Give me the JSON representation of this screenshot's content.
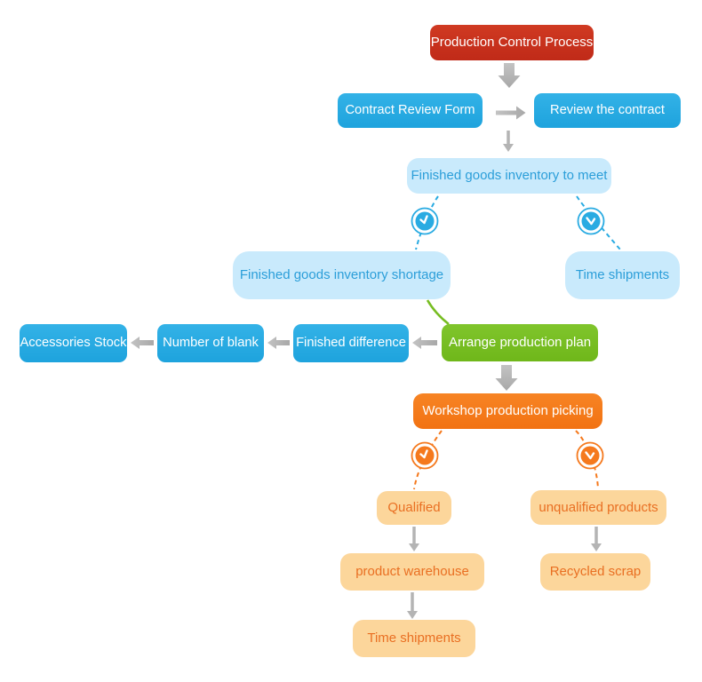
{
  "diagram_title": "Production Control Process",
  "nodes": {
    "production_control": {
      "label": "Production Control Process",
      "fill": "#c5301d",
      "text_color": "#ffffff"
    },
    "contract_review_form": {
      "label": "Contract Review Form",
      "fill": "#29abe2",
      "text_color": "#ffffff"
    },
    "review_the_contract": {
      "label": "Review the contract",
      "fill": "#29abe2",
      "text_color": "#ffffff"
    },
    "inventory_to_meet": {
      "label": "Finished goods inventory to meet",
      "fill": "#c9eafc",
      "text_color": "#2b9ed9"
    },
    "inventory_shortage": {
      "label": "Finished goods inventory shortage",
      "fill": "#c9eafc",
      "text_color": "#2b9ed9"
    },
    "time_shipments_upper": {
      "label": "Time shipments",
      "fill": "#c9eafc",
      "text_color": "#2b9ed9"
    },
    "accessories_stock": {
      "label": "Accessories Stock",
      "fill": "#29abe2",
      "text_color": "#ffffff"
    },
    "number_of_blank": {
      "label": "Number of blank",
      "fill": "#29abe2",
      "text_color": "#ffffff"
    },
    "finished_difference": {
      "label": "Finished difference",
      "fill": "#29abe2",
      "text_color": "#ffffff"
    },
    "arrange_production_plan": {
      "label": "Arrange production plan",
      "fill": "#77bd22",
      "text_color": "#ffffff"
    },
    "workshop_production_picking": {
      "label": "Workshop production picking",
      "fill": "#f5791d",
      "text_color": "#ffffff"
    },
    "qualified": {
      "label": "Qualified",
      "fill": "#fcd69b",
      "text_color": "#e96f22"
    },
    "unqualified_products": {
      "label": "unqualified products",
      "fill": "#fcd69b",
      "text_color": "#e96f22"
    },
    "product_warehouse": {
      "label": "product warehouse",
      "fill": "#fcd69b",
      "text_color": "#e96f22"
    },
    "recycled_scrap": {
      "label": "Recycled scrap",
      "fill": "#fcd69b",
      "text_color": "#e96f22"
    },
    "time_shipments_lower": {
      "label": "Time shipments",
      "fill": "#fcd69b",
      "text_color": "#e96f22"
    }
  },
  "icons": {
    "blue_clock_left": "clock-icon",
    "blue_clock_right": "clock-icon",
    "orange_clock_left": "clock-icon",
    "orange_clock_right": "clock-icon"
  },
  "palette": {
    "red": "#c5301d",
    "blue": "#29abe2",
    "light_blue": "#c9eafc",
    "light_blue_text": "#2b9ed9",
    "green": "#77bd22",
    "orange": "#f5791d",
    "light_orange": "#fcd69b",
    "light_orange_text": "#e96f22",
    "arrow_gray": "#b4b4b4"
  },
  "edges": [
    {
      "from": "Production Control Process",
      "to": "Contract Review Form",
      "type": "thick-gray-arrow"
    },
    {
      "from": "Contract Review Form",
      "to": "Review the contract",
      "type": "gray-arrow"
    },
    {
      "from": "Contract Review Form",
      "to": "Finished goods inventory to meet",
      "type": "thin-gray-arrow"
    },
    {
      "from": "Finished goods inventory to meet",
      "to": "Finished goods inventory shortage",
      "type": "dashed-blue-with-clock"
    },
    {
      "from": "Finished goods inventory to meet",
      "to": "Time shipments",
      "type": "dashed-blue-with-clock"
    },
    {
      "from": "Finished goods inventory shortage",
      "to": "Arrange production plan",
      "type": "green-line"
    },
    {
      "from": "Arrange production plan",
      "to": "Finished difference",
      "type": "gray-arrow"
    },
    {
      "from": "Finished difference",
      "to": "Number of blank",
      "type": "gray-arrow"
    },
    {
      "from": "Number of blank",
      "to": "Accessories Stock",
      "type": "gray-arrow"
    },
    {
      "from": "Arrange production plan",
      "to": "Workshop production picking",
      "type": "thick-gray-arrow"
    },
    {
      "from": "Workshop production picking",
      "to": "Qualified",
      "type": "dashed-orange-with-clock"
    },
    {
      "from": "Workshop production picking",
      "to": "unqualified products",
      "type": "dashed-orange-with-clock"
    },
    {
      "from": "Qualified",
      "to": "product warehouse",
      "type": "thin-gray-arrow"
    },
    {
      "from": "unqualified products",
      "to": "Recycled scrap",
      "type": "thin-gray-arrow"
    },
    {
      "from": "product warehouse",
      "to": "Time shipments",
      "type": "thin-gray-arrow"
    }
  ]
}
